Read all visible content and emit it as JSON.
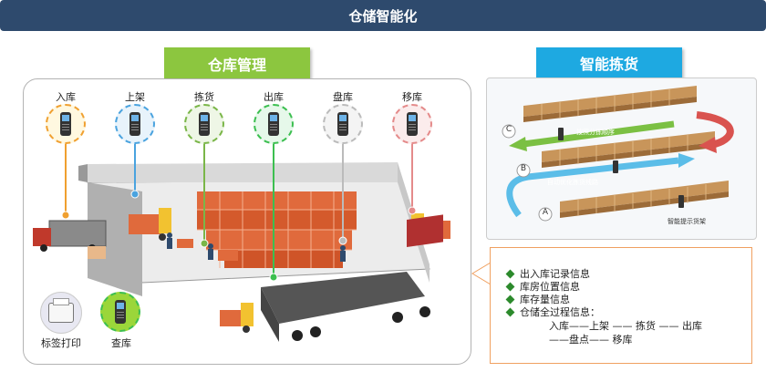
{
  "header": {
    "title": "仓储智能化"
  },
  "warehouse": {
    "tag": "仓库管理",
    "steps": [
      {
        "label": "入库",
        "color": "#f0a030"
      },
      {
        "label": "上架",
        "color": "#4aa3df"
      },
      {
        "label": "拣货",
        "color": "#7ab648"
      },
      {
        "label": "出库",
        "color": "#3cbf50"
      },
      {
        "label": "盘库",
        "color": "#bbbbbb"
      },
      {
        "label": "移库",
        "color": "#e48a8a"
      }
    ],
    "tools": [
      {
        "label": "标签打印"
      },
      {
        "label": "查库"
      }
    ]
  },
  "picking": {
    "tag": "智能拣货",
    "markers": [
      "C",
      "B",
      "A"
    ],
    "flow_labels": {
      "sorting": "按照分拣顺序",
      "route": "自动优化拣货线路",
      "shelf": "智能提示货架"
    }
  },
  "info": {
    "items": [
      "出入库记录信息",
      "库房位置信息",
      "库存量信息",
      "仓储全过程信息："
    ],
    "flow_line1": "入库——上架 —— 拣货 —— 出库",
    "flow_line2": "——盘点—— 移库"
  }
}
